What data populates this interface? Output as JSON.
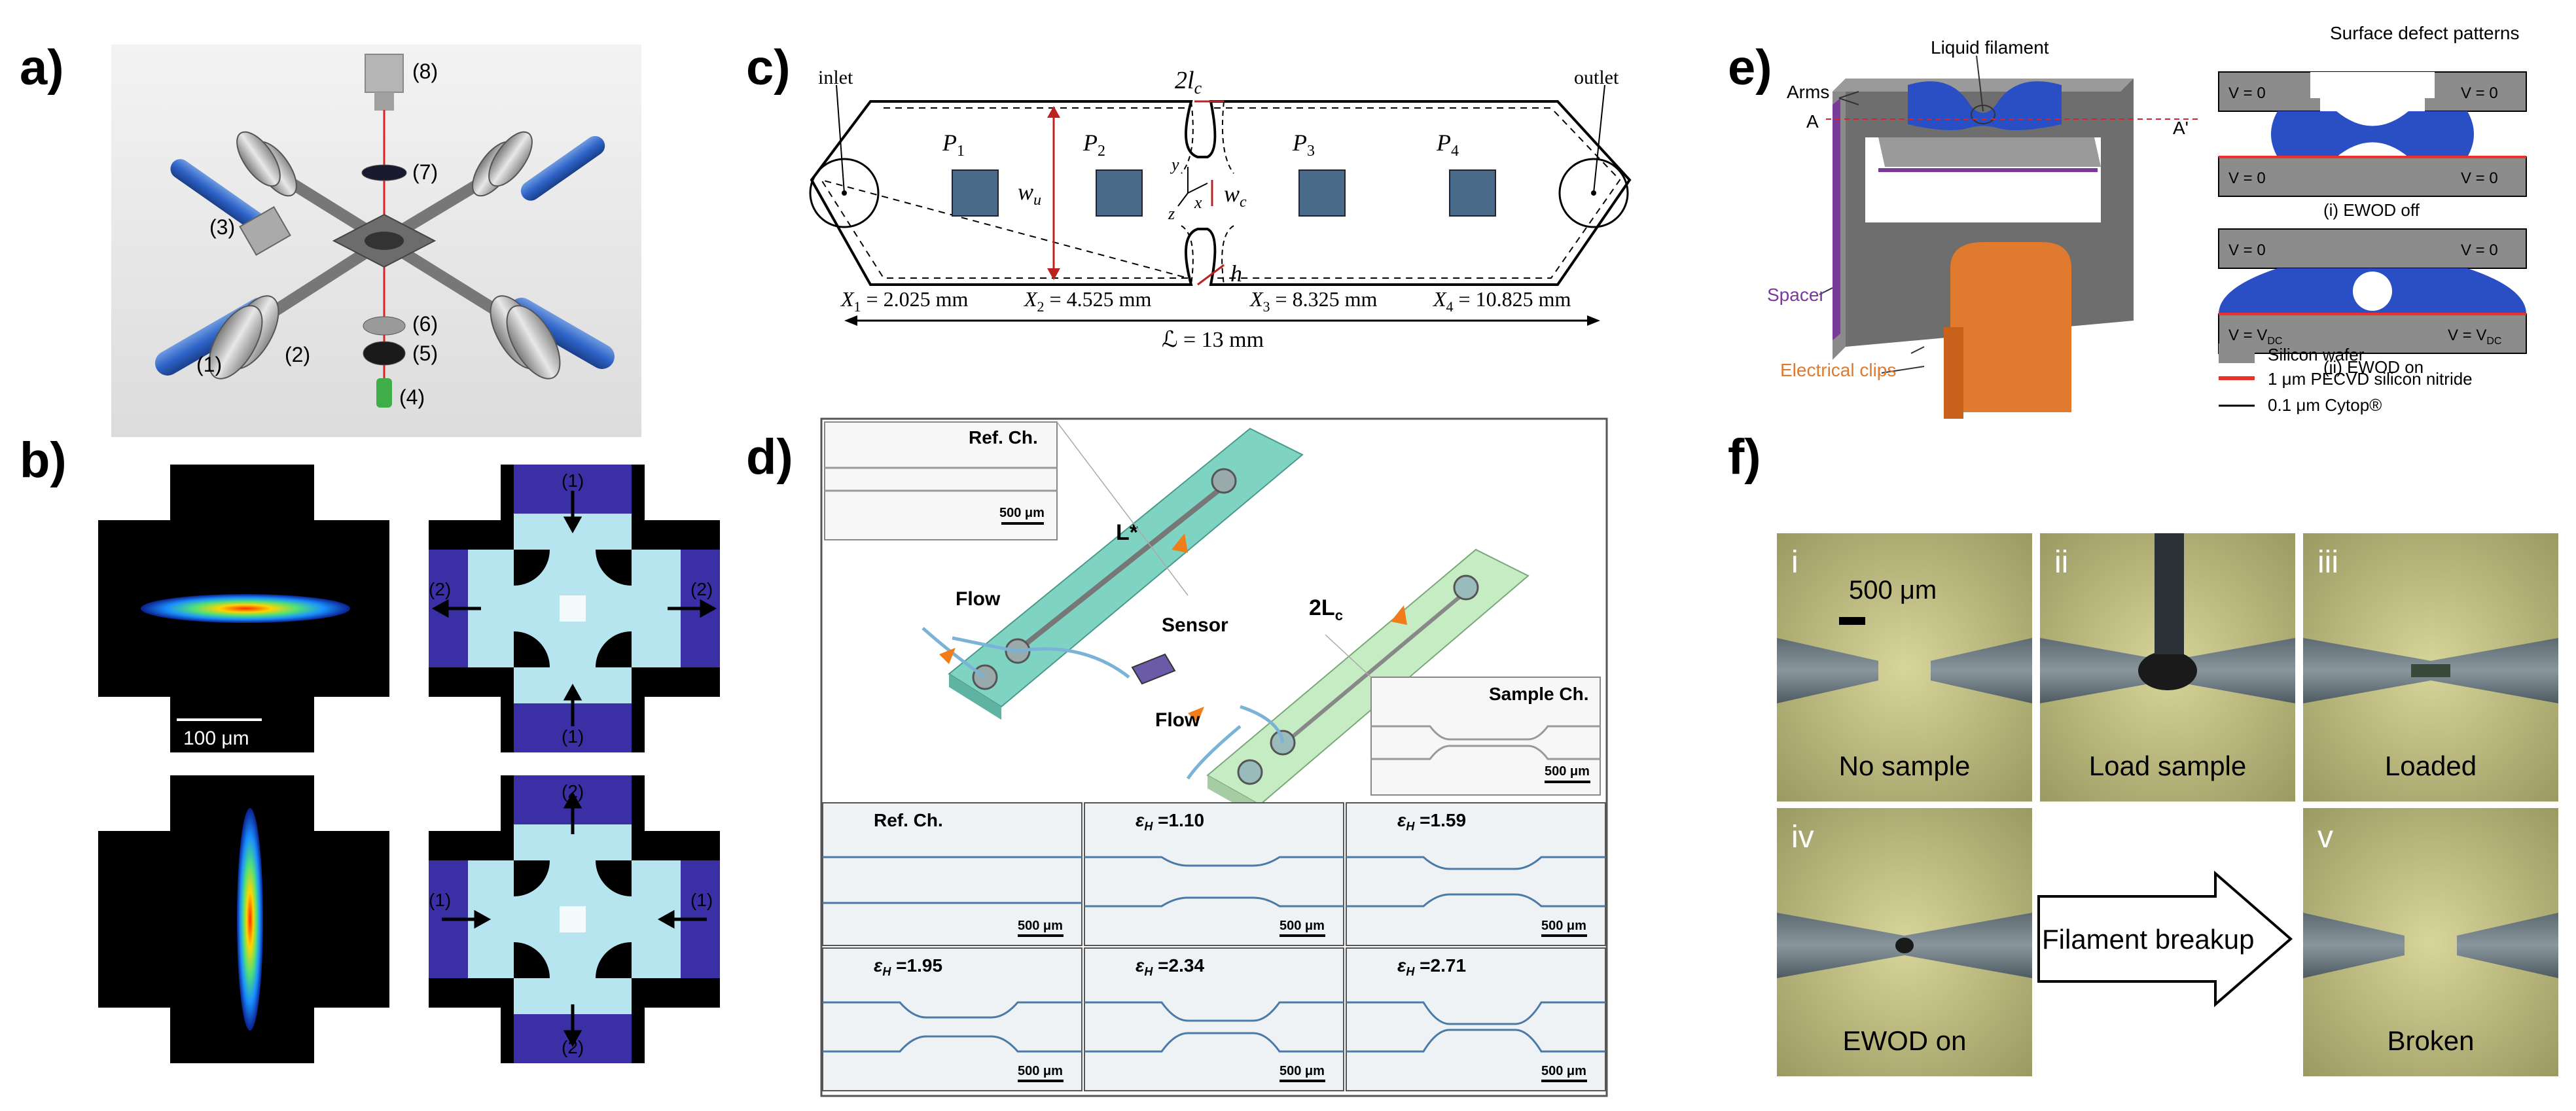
{
  "panel_labels": {
    "a": "a)",
    "b": "b)",
    "c": "c)",
    "d": "d)",
    "e": "e)",
    "f": "f)"
  },
  "panel_a": {
    "callouts": [
      "(1)",
      "(2)",
      "(3)",
      "(4)",
      "(5)",
      "(6)",
      "(7)",
      "(8)"
    ]
  },
  "panel_b": {
    "scale": "100 μm",
    "top_labels": {
      "top": "(1)",
      "bottom": "(1)",
      "left": "(2)",
      "right": "(2)"
    },
    "bottom_labels": {
      "top": "(2)",
      "bottom": "(2)",
      "left": "(1)",
      "right": "(1)"
    }
  },
  "panel_c": {
    "inlet": "inlet",
    "outlet": "outlet",
    "two_lc": "2l",
    "two_lc_sub": "c",
    "wu": "w",
    "wu_sub": "u",
    "wc": "w",
    "wc_sub": "c",
    "h": "h",
    "axis_y": "y",
    "axis_x": "x",
    "axis_z": "z",
    "points": [
      {
        "name": "P",
        "sub": "1",
        "x_label": "X",
        "x_sub": "1",
        "x_value": " = 2.025 mm"
      },
      {
        "name": "P",
        "sub": "2",
        "x_label": "X",
        "x_sub": "2",
        "x_value": " = 4.525 mm"
      },
      {
        "name": "P",
        "sub": "3",
        "x_label": "X",
        "x_sub": "3",
        "x_value": " = 8.325 mm"
      },
      {
        "name": "P",
        "sub": "4",
        "x_label": "X",
        "x_sub": "4",
        "x_value": " = 10.825 mm"
      }
    ],
    "length": "ℒ = 13 mm"
  },
  "panel_d": {
    "ref_inset_title": "Ref. Ch.",
    "ref_inset_scale": "500 μm",
    "L_star": "L*",
    "flow_1": "Flow",
    "flow_2": "Flow",
    "sensor": "Sensor",
    "two_Lc": "2L",
    "two_Lc_sub": "c",
    "sample_inset_title": "Sample Ch.",
    "sample_inset_scale": "500 μm",
    "grid": [
      {
        "label": "Ref. Ch.",
        "scale": "500 μm"
      },
      {
        "label": "ε",
        "sub": "H",
        "value": " =1.10",
        "scale": "500 μm"
      },
      {
        "label": "ε",
        "sub": "H",
        "value": " =1.59",
        "scale": "500 μm"
      },
      {
        "label": "ε",
        "sub": "H",
        "value": " =1.95",
        "scale": "500 μm"
      },
      {
        "label": "ε",
        "sub": "H",
        "value": " =2.34",
        "scale": "500 μm"
      },
      {
        "label": "ε",
        "sub": "H",
        "value": " =2.71",
        "scale": "500 μm"
      }
    ]
  },
  "panel_e": {
    "liquid_filament": "Liquid filament",
    "arms": "Arms",
    "a_left": "A",
    "a_right": "A'",
    "spacer": "Spacer",
    "electrical_clips": "Electrical clips",
    "surface_defect": "Surface defect patterns",
    "v0": "V = 0",
    "vdc_prefix": "V = V",
    "vdc_sub": "DC",
    "ewod_off": "(i) EWOD off",
    "ewod_on": "(ii) EWOD on",
    "legend": [
      "Silicon wafer",
      "1 μm PECVD silicon nitride",
      "0.1 μm Cytop®"
    ],
    "colors": {
      "wafer": "#8c8c8c",
      "nitride": "#e8322a",
      "cytop": "#000000",
      "liquid": "#2a4fc4",
      "spacer": "#7a3a9a",
      "clips": "#e07a2e"
    }
  },
  "panel_f": {
    "cells": [
      {
        "roman": "i",
        "caption": "No sample",
        "scale": "500 μm"
      },
      {
        "roman": "ii",
        "caption": "Load sample"
      },
      {
        "roman": "iii",
        "caption": "Loaded"
      },
      {
        "roman": "iv",
        "caption": "EWOD on"
      },
      {
        "roman": "v",
        "caption": "Broken"
      }
    ],
    "arrow_text": "Filament breakup"
  }
}
